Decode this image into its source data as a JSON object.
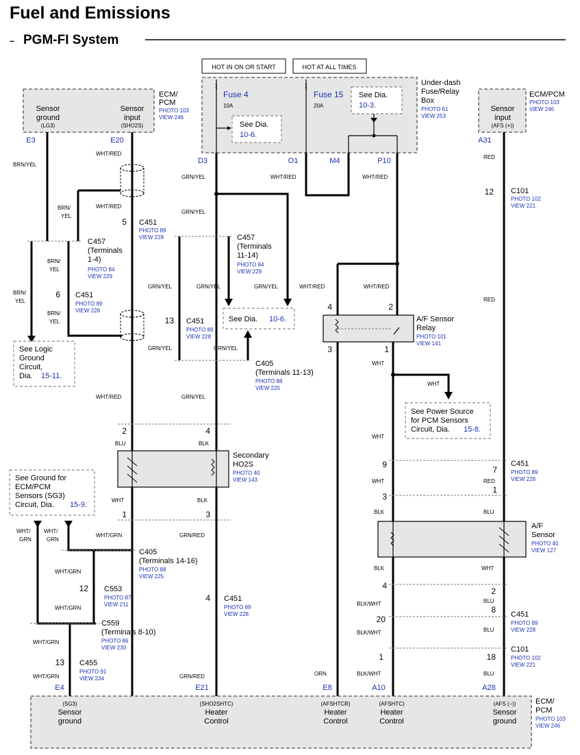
{
  "header": {
    "title": "Fuel and Emissions",
    "subtitle": "PGM-FI System"
  },
  "hot_labels": {
    "on_start": "HOT IN ON OR START",
    "all_times": "HOT AT ALL TIMES"
  },
  "fusebox": {
    "fuse4": "Fuse 4",
    "fuse4_amp": "10A",
    "fuse15": "Fuse 15",
    "fuse15_amp": "20A",
    "see_dia_1": "See Dia.",
    "see_dia_1_ref": "10-6.",
    "see_dia_2": "See Dia.",
    "see_dia_2_ref": "10-3.",
    "name_1": "Under-dash",
    "name_2": "Fuse/Relay",
    "name_3": "Box",
    "photo": "PHOTO 61",
    "view": "VIEW 253",
    "pins": {
      "d3": "D3",
      "o1": "O1",
      "m4": "M4",
      "p10": "P10"
    }
  },
  "ecm_top_left": {
    "name_1": "ECM/",
    "name_2": "PCM",
    "photo": "PHOTO 103",
    "view": "VIEW 246",
    "sensor_ground_1": "Sensor",
    "sensor_ground_2": "ground",
    "sensor_ground_code": "(LG3)",
    "sensor_input_1": "Sensor",
    "sensor_input_2": "input",
    "sensor_input_code": "(SHO2S)",
    "pin_e3": "E3",
    "pin_e20": "E20"
  },
  "ecm_top_right": {
    "name": "ECM/PCM",
    "photo": "PHOTO 103",
    "view": "VIEW 246",
    "sensor_input_1": "Sensor",
    "sensor_input_2": "input",
    "sensor_input_code": "(AFS (+))",
    "pin_a31": "A31"
  },
  "ecm_bottom": {
    "name_1": "ECM/",
    "name_2": "PCM",
    "photo": "PHOTO 103",
    "view": "VIEW 246",
    "e4": "E4",
    "e21": "E21",
    "e8": "E8",
    "a10": "A10",
    "a28": "A28",
    "sg3": "(SG3)",
    "sg3_l1": "Sensor",
    "sg3_l2": "ground",
    "sho2shtc": "(SHO2SHTC)",
    "sho2shtc_l1": "Heater",
    "sho2shtc_l2": "Control",
    "afshtcr": "(AFSHTCR)",
    "afshtcr_l1": "Heater",
    "afshtcr_l2": "Control",
    "afshtc": "(AFSHTC)",
    "afshtc_l1": "Heater",
    "afshtc_l2": "Control",
    "afsneg": "(AFS (–))",
    "afsneg_l1": "Sensor",
    "afsneg_l2": "ground"
  },
  "wires": {
    "brn_yel": "BRN/YEL",
    "brn": "BRN/",
    "yel": "YEL",
    "wht_red": "WHT/RED",
    "grn_yel": "GRN/YEL",
    "red": "RED",
    "blu": "BLU",
    "blk": "BLK",
    "wht": "WHT",
    "wht_grn": "WHT/GRN",
    "wht_slash": "WHT/",
    "grn": "GRN",
    "grn_red": "GRN/RED",
    "orn": "ORN",
    "blk_wht": "BLK/WHT"
  },
  "connectors": {
    "c451": "C451",
    "c457": "C457",
    "c405": "C405",
    "c553": "C553",
    "c559": "C559",
    "c455": "C455",
    "c101": "C101",
    "terms_1_4_a": "(Terminals",
    "terms_1_4_b": "1-4)",
    "terms_11_14_a": "(Terminals",
    "terms_11_14_b": "11-14)",
    "terms_11_13": "(Terminals 11-13)",
    "terms_14_16": "(Terminals 14-16)",
    "terms_8_10": "(Terminals 8-10)",
    "photo_89": "PHOTO 89",
    "view_228": "VIEW 228",
    "photo_84": "PHOTO 84",
    "view_229": "VIEW 229",
    "photo_88": "PHOTO 88",
    "view_225": "VIEW 225",
    "photo_87": "PHOTO 87",
    "view_211": "VIEW 211",
    "photo_86": "PHOTO 86",
    "view_230": "VIEW 230",
    "photo_91": "PHOTO 91",
    "view_234": "VIEW 234",
    "photo_102": "PHOTO 102",
    "view_221": "VIEW 221"
  },
  "pins": {
    "p5": "5",
    "p6": "6",
    "p13": "13",
    "p12": "12",
    "p2": "2",
    "p4": "4",
    "p1": "1",
    "p3": "3",
    "p9": "9",
    "p7": "7",
    "p20": "20",
    "p8": "8",
    "p18": "18"
  },
  "ho2s": {
    "name_1": "Secondary",
    "name_2": "HO2S",
    "photo": "PHOTO 40",
    "view": "VIEW 143"
  },
  "afsensor": {
    "name_1": "A/F",
    "name_2": "Sensor",
    "photo": "PHOTO 40",
    "view": "VIEW 127"
  },
  "relay": {
    "name_1": "A/F Sensor",
    "name_2": "Relay",
    "photo": "PHOTO 101",
    "view": "VIEW 141"
  },
  "refs": {
    "see_dia": "See Dia.",
    "dia_10_6": "10-6.",
    "logic_1": "See Logic",
    "logic_2": "Ground",
    "logic_3": "Circuit,",
    "logic_4": "Dia.",
    "logic_ref": "15-11.",
    "gnd_1": "See Ground for",
    "gnd_2": "ECM/PCM",
    "gnd_3": "Sensors (SG3)",
    "gnd_4": "Circuit, Dia.",
    "gnd_ref": "15-9.",
    "pwr_1": "See Power Source",
    "pwr_2": "for PCM Sensors",
    "pwr_3": "Circuit, Dia.",
    "pwr_ref": "15-8."
  }
}
